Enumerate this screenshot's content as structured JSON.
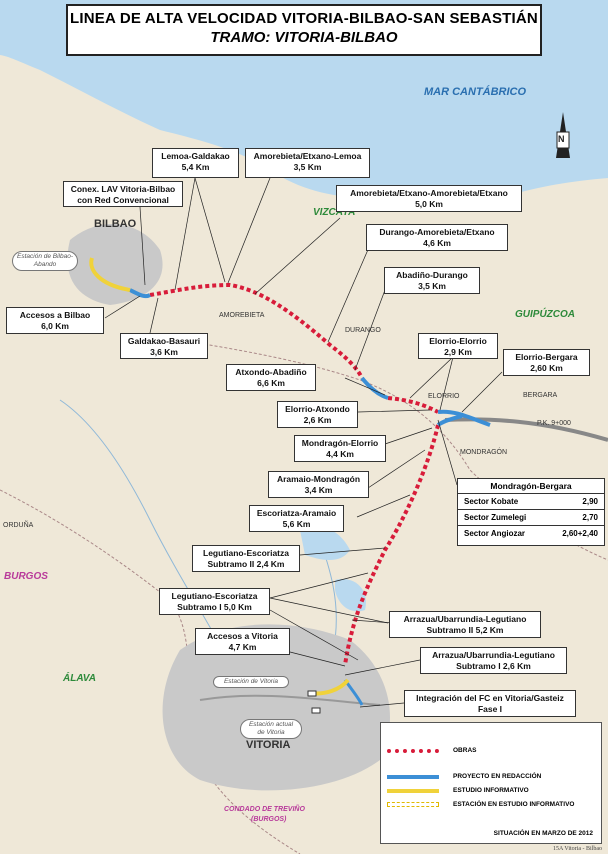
{
  "title": {
    "line1": "LINEA DE ALTA VELOCIDAD VITORIA-BILBAO-SAN SEBASTIÁN",
    "line2": "TRAMO: VITORIA-BILBAO"
  },
  "regions": {
    "sea": "MAR CANTÁBRICO",
    "vizcaya": "VIZCAYA",
    "guipuzcoa": "GUIPÚZCOA",
    "burgos": "BURGOS",
    "alava": "ÁLAVA",
    "trevino": "CONDADO DE TREVIÑO",
    "trevino_sub": "(BURGOS)"
  },
  "towns": {
    "bilbao": "BILBAO",
    "vitoria": "VITORIA",
    "amorebieta": "AMOREBIETA",
    "durango": "DURANGO",
    "elorrio": "ELORRIO",
    "bergara": "BERGARA",
    "mondragon": "MONDRAGÓN",
    "orduna": "ORDUÑA",
    "pk": "P.K. 9+000"
  },
  "stations": {
    "bilbao": "Estación de Bilbao-Abando",
    "vitoria": "Estación de Vitoria",
    "vitoria_actual": "Estación actual de Vitoria"
  },
  "labels": {
    "conex": [
      "Conex. LAV Vitoria-Bilbao",
      "con Red Convencional"
    ],
    "lemoa": [
      "Lemoa-Galdakao",
      "5,4 Km"
    ],
    "amorebieta_lemoa": [
      "Amorebieta/Etxano-Lemoa",
      "3,5 Km"
    ],
    "amorebieta_amorebieta": [
      "Amorebieta/Etxano-Amorebieta/Etxano",
      "5,0 Km"
    ],
    "durango_amorebieta": [
      "Durango-Amorebieta/Etxano",
      "4,6 Km"
    ],
    "abadino_durango": [
      "Abadiño-Durango",
      "3,5 Km"
    ],
    "accesos_bilbao": [
      "Accesos a Bilbao",
      "6,0 Km"
    ],
    "galdakao": [
      "Galdakao-Basauri",
      "3,6 Km"
    ],
    "elorrio_elorrio": [
      "Elorrio-Elorrio",
      "2,9 Km"
    ],
    "elorrio_bergara": [
      "Elorrio-Bergara",
      "2,60 Km"
    ],
    "atxondo_abadino": [
      "Atxondo-Abadiño",
      "6,6 Km"
    ],
    "elorrio_atxondo": [
      "Elorrio-Atxondo",
      "2,6 Km"
    ],
    "mondragon_elorrio": [
      "Mondragón-Elorrio",
      "4,4 Km"
    ],
    "aramaio": [
      "Aramaio-Mondragón",
      "3,4 Km"
    ],
    "escoriatza": [
      "Escoriatza-Aramaio",
      "5,6 Km"
    ],
    "legutiano2": [
      "Legutiano-Escoriatza",
      "Subtramo II  2,4 Km"
    ],
    "legutiano1": [
      "Legutiano-Escoriatza",
      "Subtramo I  5,0 Km"
    ],
    "accesos_vitoria": [
      "Accesos a Vitoria",
      "4,7 Km"
    ],
    "arrazua2": [
      "Arrazua/Ubarrundia-Legutiano",
      "Subtramo II  5,2 Km"
    ],
    "arrazua1": [
      "Arrazua/Ubarrundia-Legutiano",
      "Subtramo I  2,6 Km"
    ],
    "integracion": [
      "Integración del FC en Vitoria/Gasteiz",
      "Fase I"
    ]
  },
  "mondragon_bergara": {
    "title": "Mondragón-Bergara",
    "rows": [
      {
        "name": "Sector Kobate",
        "km": "2,90"
      },
      {
        "name": "Sector Zumelegi",
        "km": "2,70"
      },
      {
        "name": "Sector Angiozar",
        "km": "2,60+2,40"
      }
    ]
  },
  "legend": {
    "obras": "OBRAS",
    "proyecto": "PROYECTO EN REDACCIÓN",
    "estudio": "ESTUDIO INFORMATIVO",
    "estacion": "ESTACIÓN EN ESTUDIO INFORMATIVO",
    "situacion": "SITUACIÓN EN MARZO DE 2012"
  },
  "colors": {
    "obras": "#d81c3a",
    "proyecto": "#3c8fd6",
    "estudio": "#f0d23a",
    "sea": "#b9d9ef",
    "land": "#efe8d8",
    "urban": "#c9c9c9",
    "river": "#8fb8d8"
  },
  "credit": "15A Vitoria - Bilbao",
  "north": "N"
}
